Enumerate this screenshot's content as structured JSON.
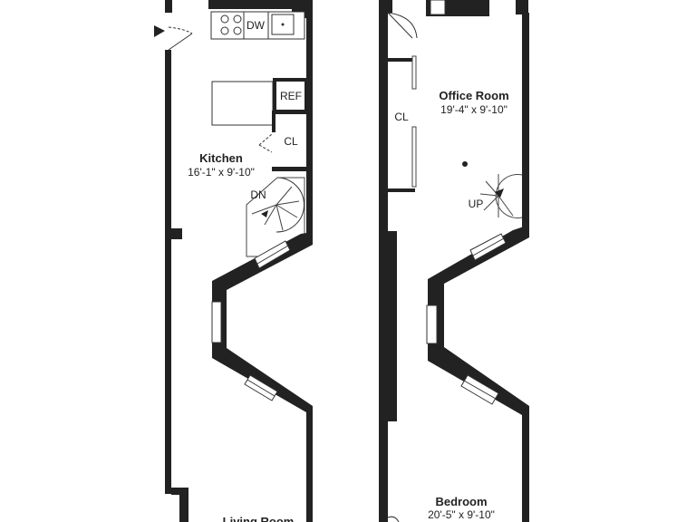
{
  "floor_left": {
    "rooms": {
      "kitchen": {
        "name": "Kitchen",
        "dims": "16'-1\" x 9'-10\""
      },
      "living": {
        "name": "Living Room"
      }
    },
    "labels": {
      "dishwasher": "DW",
      "fridge": "REF",
      "closet": "CL",
      "stairs": "DN"
    }
  },
  "floor_right": {
    "rooms": {
      "office": {
        "name": "Office Room",
        "dims": "19'-4\" x 9'-10\""
      },
      "bedroom": {
        "name": "Bedroom",
        "dims": "20'-5\" x 9'-10\""
      }
    },
    "labels": {
      "closet": "CL",
      "stairs": "UP"
    }
  },
  "colors": {
    "wall": "#222222",
    "background": "#ffffff"
  }
}
